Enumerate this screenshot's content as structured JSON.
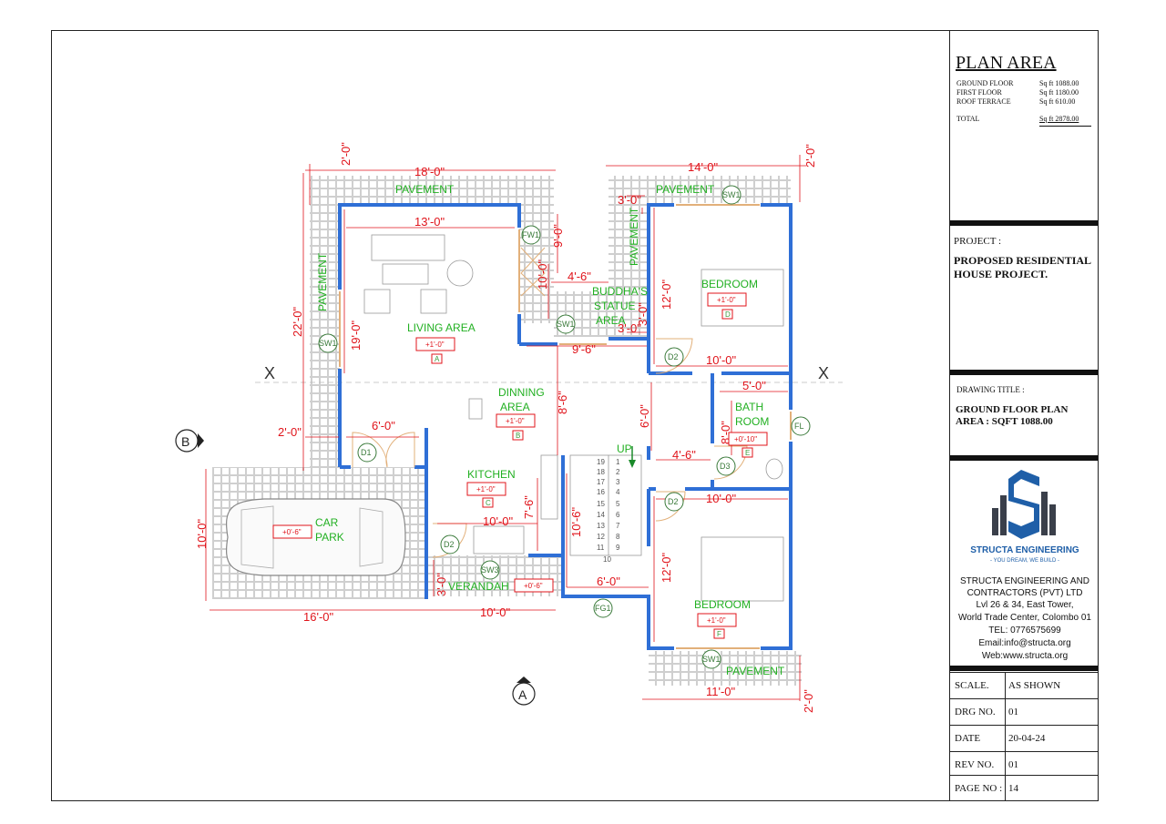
{
  "plan_area": {
    "title": "PLAN AREA",
    "rows": [
      {
        "label": "GROUND FLOOR",
        "value": "Sq ft 1088.00"
      },
      {
        "label": "FIRST FLOOR",
        "value": "Sq ft 1180.00"
      },
      {
        "label": "ROOF TERRACE",
        "value": "Sq ft 610.00"
      }
    ],
    "total_label": "TOTAL",
    "total_value": "Sq ft 2878.00"
  },
  "project": {
    "label": "PROJECT :",
    "name_line1": "PROPOSED RESIDENTIAL",
    "name_line2": "HOUSE PROJECT."
  },
  "drawing": {
    "label": "DRAWING TITLE :",
    "title_line1": "GROUND FLOOR PLAN",
    "title_line2": "AREA : SQFT 1088.00"
  },
  "company": {
    "logo_text": "STRUCTA ENGINEERING",
    "tagline": "- YOU DREAM, WE BUILD -",
    "lines": [
      "STRUCTA ENGINEERING AND",
      "CONTRACTORS  (PVT) LTD",
      "Lvl 26 & 34, East Tower,",
      "World Trade Center, Colombo 01",
      "TEL: 0776575699",
      "Email:info@structa.org",
      "Web:www.structa.org"
    ],
    "logo_color": "#1f5fa8"
  },
  "meta": [
    {
      "key": "SCALE.",
      "value": "AS SHOWN"
    },
    {
      "key": "DRG NO.",
      "value": "01"
    },
    {
      "key": "DATE",
      "value": "20-04-24"
    },
    {
      "key": "REV NO.",
      "value": "01"
    },
    {
      "key": "PAGE NO :",
      "value": "14"
    }
  ],
  "plan": {
    "colors": {
      "wall": "#2f6fd6",
      "dim": "#e0141b",
      "label": "#22b022",
      "tag": "#3a9a3a",
      "hatch": "#bdbdbd"
    },
    "rooms": {
      "living": {
        "name": "LIVING AREA",
        "level": "+1'-0\"",
        "code": "A"
      },
      "dining": {
        "name1": "DINNING",
        "name2": "AREA",
        "level": "+1'-0\"",
        "code": "B"
      },
      "kitchen": {
        "name": "KITCHEN",
        "level": "+1'-0\"",
        "code": "C"
      },
      "bed_top": {
        "name": "BEDROOM",
        "level": "+1'-0\"",
        "code": "D"
      },
      "bath": {
        "name1": "BATH",
        "name2": "ROOM",
        "level": "+0'-10\"",
        "code": "E"
      },
      "bed_bottom": {
        "name": "BEDROOM",
        "level": "+1'-0\"",
        "code": "F"
      },
      "car": {
        "name1": "CAR",
        "name2": "PARK",
        "level": "+0'-6\""
      },
      "verandah": {
        "name": "VERANDAH",
        "level": "+0'-6\""
      },
      "buddha": {
        "l1": "BUDDHA'S",
        "l2": "STATUE",
        "l3": "AREA"
      },
      "pavement": "PAVEMENT",
      "up": "UP"
    },
    "tags": {
      "sw1": "SW1",
      "sw3": "SW3",
      "fw1": "FW1",
      "d1": "D1",
      "d2": "D2",
      "d3": "D3",
      "fg1": "FG1",
      "fl": "FL"
    },
    "dims": {
      "d18": "18'-0\"",
      "d14": "14'-0\"",
      "d2": "2'-0\"",
      "d13": "13'-0\"",
      "d9": "9'-0\"",
      "d3": "3'-0\"",
      "d10": "10'-0\"",
      "d45": "4'-6\"",
      "d12": "12'-0\"",
      "d22": "22'-0\"",
      "d19": "19'-0\"",
      "d96": "9'-6\"",
      "d86": "8'-6\"",
      "d6": "6'-0\"",
      "d5": "5'-0\"",
      "d8": "8'-0\"",
      "d76": "7'-6\"",
      "d106": "10'-6\"",
      "d16": "16'-0\"",
      "d11": "11'-0\""
    },
    "stairs": [
      "19",
      "18",
      "17",
      "16",
      "15",
      "14",
      "13",
      "12",
      "11",
      "1",
      "2",
      "3",
      "4",
      "5",
      "6",
      "7",
      "8",
      "9",
      "10"
    ],
    "grid": {
      "x": "X",
      "a": "A",
      "b": "B"
    }
  }
}
